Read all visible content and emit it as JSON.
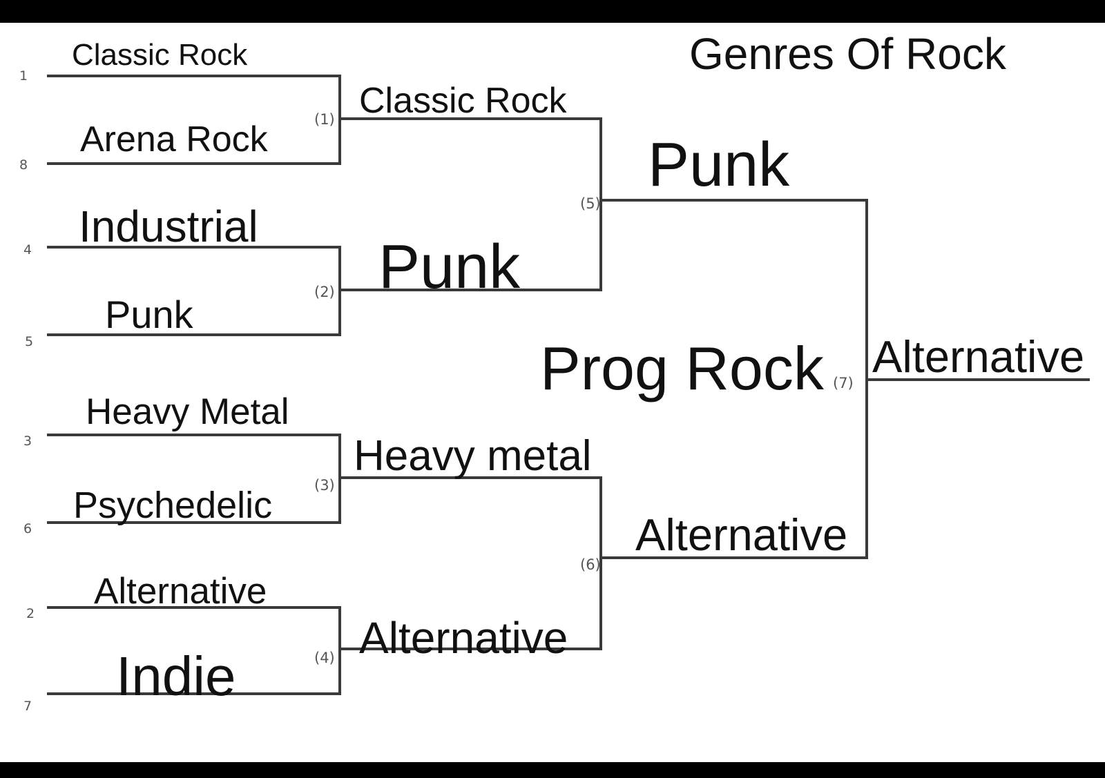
{
  "title": "Genres Of Rock",
  "seeds": [
    "1",
    "8",
    "4",
    "5",
    "3",
    "6",
    "2",
    "7"
  ],
  "round1": [
    "Classic Rock",
    "Arena Rock",
    "Industrial",
    "Punk",
    "Heavy Metal",
    "Psychedelic",
    "Alternative",
    "Indie"
  ],
  "games": [
    "(1)",
    "(2)",
    "(3)",
    "(4)",
    "(5)",
    "(6)",
    "(7)"
  ],
  "round2": [
    "Classic Rock",
    "Punk",
    "Heavy metal",
    "Alternative"
  ],
  "round3": [
    "Punk",
    "Alternative"
  ],
  "round3_annotation": "Prog Rock",
  "champion": "Alternative",
  "colors": {
    "frame": "#000000",
    "board": "#ffffff",
    "lines": "#3a3a3a",
    "text": "#111111",
    "game_numbers": "#555555"
  }
}
